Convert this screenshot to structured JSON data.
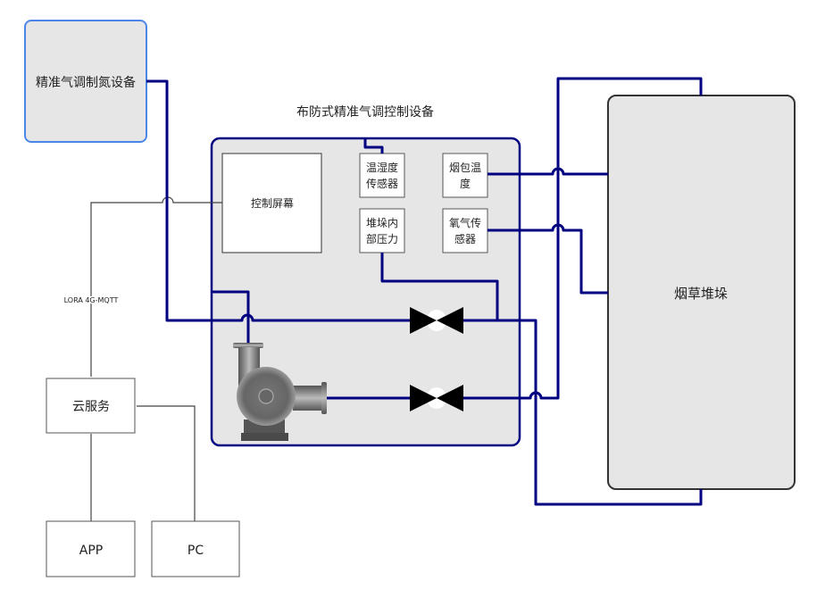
{
  "title": "布防式精准气调控制设备",
  "colors": {
    "pipe": "#000080",
    "signal": "#444444",
    "device_border": "#000080",
    "nitrogen_border": "#4a86e8",
    "panel_fill": "#e6e6e6",
    "stack_border": "#333333"
  },
  "nodes": {
    "nitrogen_device": "精准气调制氮设备",
    "control_screen": "控制屏幕",
    "temp_humidity_sensor": [
      "温湿度",
      "传感器"
    ],
    "bale_temp": [
      "烟包温",
      "度"
    ],
    "stack_pressure": [
      "堆垛内",
      "部压力"
    ],
    "oxygen_sensor": [
      "氧气传",
      "感器"
    ],
    "tobacco_stack": "烟草堆垛",
    "cloud_service": "云服务",
    "app": "APP",
    "pc": "PC"
  },
  "links": {
    "network_label": "LORA 4G-MQTT"
  },
  "components": {
    "pump": "pump-icon",
    "valves": [
      "valve-icon",
      "valve-icon"
    ]
  }
}
